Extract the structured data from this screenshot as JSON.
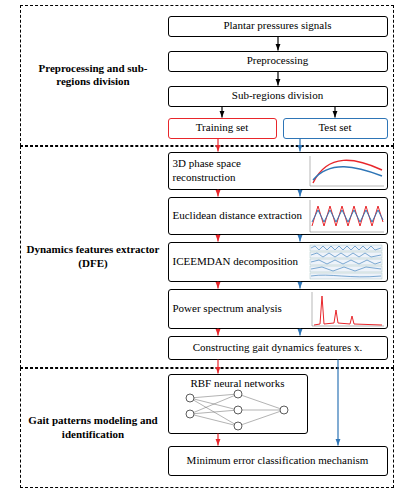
{
  "diagram": {
    "nodes": [
      {
        "text": [
          "Preprocessing and sub-regions division"
        ]
      },
      {
        "text": [
          "Plantar pressures signals"
        ],
        "in": 0
      },
      {
        "text": [
          "Preprocessing"
        ],
        "in": 0
      },
      {
        "text": [
          "Sub-regions division"
        ],
        "in": 0
      },
      {
        "text": [
          "Training set"
        ],
        "in": 0
      },
      {
        "text": [
          "Test set"
        ],
        "in": 0
      },
      {
        "text": [
          "Dynamics features extractor (DFE)"
        ]
      },
      {
        "text": [
          "3D phase space reconstruction"
        ],
        "in": 6
      },
      {
        "text": [
          "Euclidean distance extraction"
        ],
        "in": 6
      },
      {
        "text": [
          "ICEEMDAN decomposition"
        ],
        "in": 6
      },
      {
        "text": [
          "Power spectrum analysis"
        ],
        "in": 6
      },
      {
        "text": [
          "Constructing gait dynamics features x."
        ],
        "in": 6
      },
      {
        "text": [
          "Gait patterns modeling and identification"
        ]
      },
      {
        "text": [
          "RBF neural networks"
        ],
        "in": 12
      },
      {
        "text": [
          "Minimum error classification mechanism"
        ],
        "in": 12
      }
    ],
    "edges": [
      {
        "from": 1,
        "to": 2,
        "arrow": "to"
      },
      {
        "from": 2,
        "to": 3,
        "arrow": "to"
      },
      {
        "from": 3,
        "to": 4,
        "arrow": "to"
      },
      {
        "from": 3,
        "to": 5,
        "arrow": "to"
      },
      {
        "from": 4,
        "to": 7,
        "arrow": "to"
      },
      {
        "from": 5,
        "to": 7,
        "arrow": "to"
      },
      {
        "from": 7,
        "to": 8,
        "arrow": "to"
      },
      {
        "from": 7,
        "to": 8,
        "arrow": "to"
      },
      {
        "from": 8,
        "to": 9,
        "arrow": "to"
      },
      {
        "from": 8,
        "to": 9,
        "arrow": "to"
      },
      {
        "from": 9,
        "to": 10,
        "arrow": "to"
      },
      {
        "from": 9,
        "to": 10,
        "arrow": "to"
      },
      {
        "from": 10,
        "to": 11,
        "arrow": "to"
      },
      {
        "from": 10,
        "to": 11,
        "arrow": "to"
      },
      {
        "from": 11,
        "to": 13,
        "arrow": "to"
      },
      {
        "from": 13,
        "to": 14,
        "arrow": "to"
      },
      {
        "from": 11,
        "to": 14,
        "arrow": "to"
      }
    ]
  }
}
